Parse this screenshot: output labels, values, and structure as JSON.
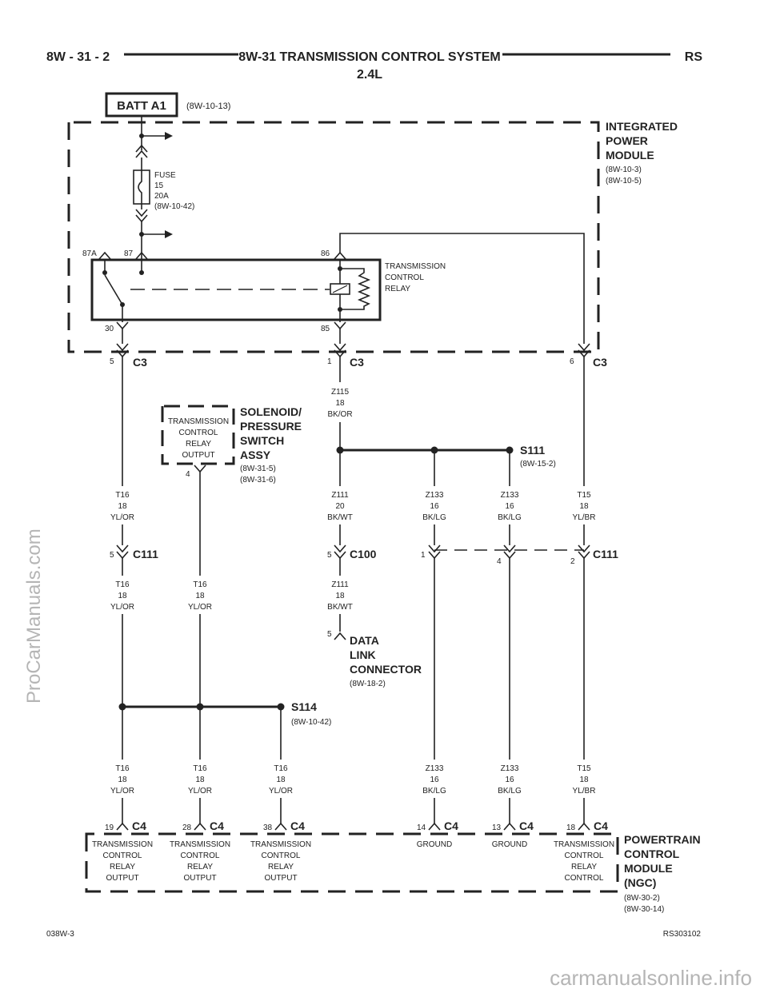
{
  "header": {
    "page_code": "8W - 31 - 2",
    "title": "8W-31 TRANSMISSION CONTROL SYSTEM",
    "subtitle": "2.4L",
    "model": "RS"
  },
  "batt": {
    "label": "BATT A1",
    "ref": "(8W-10-13)"
  },
  "ipm": {
    "title": [
      "INTEGRATED",
      "POWER",
      "MODULE"
    ],
    "refs": [
      "(8W-10-3)",
      "(8W-10-5)"
    ]
  },
  "fuse": [
    "FUSE",
    "15",
    "20A",
    "(8W-10-42)"
  ],
  "relay": {
    "name": [
      "TRANSMISSION",
      "CONTROL",
      "RELAY"
    ],
    "pins": {
      "p87a": "87A",
      "p87": "87",
      "p86": "86",
      "p30": "30",
      "p85": "85"
    }
  },
  "c3": {
    "name": "C3",
    "pin_left": "5",
    "pin_mid": "1",
    "pin_right": "6"
  },
  "solenoid": {
    "box": [
      "TRANSMISSION",
      "CONTROL",
      "RELAY",
      "OUTPUT"
    ],
    "pin": "4",
    "title": [
      "SOLENOID/",
      "PRESSURE",
      "SWITCH",
      "ASSY"
    ],
    "refs": [
      "(8W-31-5)",
      "(8W-31-6)"
    ]
  },
  "s111": {
    "name": "S111",
    "ref": "(8W-15-2)"
  },
  "s114": {
    "name": "S114",
    "ref": "(8W-10-42)"
  },
  "wires": {
    "z115": [
      "Z115",
      "18",
      "BK/OR"
    ],
    "t16": [
      "T16",
      "18",
      "YL/OR"
    ],
    "z111a": [
      "Z111",
      "20",
      "BK/WT"
    ],
    "z111b": [
      "Z111",
      "18",
      "BK/WT"
    ],
    "z133": [
      "Z133",
      "16",
      "BK/LG"
    ],
    "t15": [
      "T15",
      "18",
      "YL/BR"
    ]
  },
  "c111": {
    "name": "C111",
    "pin_left": "5",
    "pin_a": "1",
    "pin_b": "4",
    "pin_c": "2"
  },
  "c100": {
    "name": "C100",
    "pin": "5"
  },
  "dlc": {
    "pin": "5",
    "title": [
      "DATA",
      "LINK",
      "CONNECTOR"
    ],
    "ref": "(8W-18-2)"
  },
  "c4": {
    "name": "C4",
    "pins": [
      "19",
      "28",
      "38",
      "14",
      "13",
      "18"
    ],
    "labels": {
      "tcro": [
        "TRANSMISSION",
        "CONTROL",
        "RELAY",
        "OUTPUT"
      ],
      "ground": "GROUND",
      "tcrc": [
        "TRANSMISSION",
        "CONTROL",
        "RELAY",
        "CONTROL"
      ]
    }
  },
  "pcm": {
    "title": [
      "POWERTRAIN",
      "CONTROL",
      "MODULE",
      "(NGC)"
    ],
    "refs": [
      "(8W-30-2)",
      "(8W-30-14)"
    ]
  },
  "footer": {
    "left": "038W-3",
    "right": "RS303102"
  },
  "watermarks": {
    "side": "ProCarManuals.com",
    "bottom": "carmanualsonline.info"
  }
}
